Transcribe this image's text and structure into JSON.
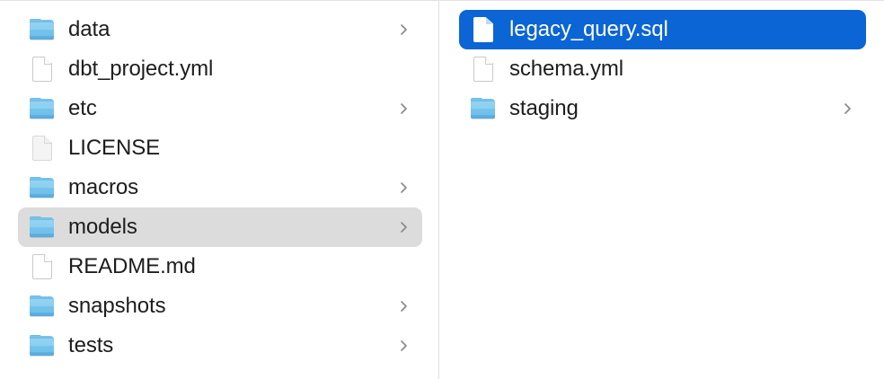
{
  "window": {
    "kind": "file-browser-column-view",
    "background": "#ffffff",
    "divider_color": "#dfdfdf"
  },
  "colors": {
    "selection_active": "#0b65d4",
    "selection_inactive": "#dcdcdc",
    "folder_blue": "#6cbfeb",
    "text": "#1d1d1f",
    "text_selected": "#ffffff",
    "chevron": "#8a8a8e"
  },
  "columns": [
    {
      "name": "parent-column",
      "items": [
        {
          "label": "data",
          "icon": "folder-icon",
          "type": "folder",
          "has_chevron": true,
          "selected": false,
          "selection": "none"
        },
        {
          "label": "dbt_project.yml",
          "icon": "document-icon",
          "type": "file",
          "has_chevron": false,
          "selected": false,
          "selection": "none"
        },
        {
          "label": "etc",
          "icon": "folder-icon",
          "type": "folder",
          "has_chevron": true,
          "selected": false,
          "selection": "none"
        },
        {
          "label": "LICENSE",
          "icon": "document-plain-icon",
          "type": "file",
          "has_chevron": false,
          "selected": false,
          "selection": "none"
        },
        {
          "label": "macros",
          "icon": "folder-icon",
          "type": "folder",
          "has_chevron": true,
          "selected": false,
          "selection": "none"
        },
        {
          "label": "models",
          "icon": "folder-icon",
          "type": "folder",
          "has_chevron": true,
          "selected": true,
          "selection": "inactive"
        },
        {
          "label": "README.md",
          "icon": "document-icon",
          "type": "file",
          "has_chevron": false,
          "selected": false,
          "selection": "none"
        },
        {
          "label": "snapshots",
          "icon": "folder-icon",
          "type": "folder",
          "has_chevron": true,
          "selected": false,
          "selection": "none"
        },
        {
          "label": "tests",
          "icon": "folder-icon",
          "type": "folder",
          "has_chevron": true,
          "selected": false,
          "selection": "none"
        }
      ]
    },
    {
      "name": "child-column",
      "items": [
        {
          "label": "legacy_query.sql",
          "icon": "document-icon",
          "type": "file",
          "has_chevron": false,
          "selected": true,
          "selection": "active"
        },
        {
          "label": "schema.yml",
          "icon": "document-icon",
          "type": "file",
          "has_chevron": false,
          "selected": false,
          "selection": "none"
        },
        {
          "label": "staging",
          "icon": "folder-icon",
          "type": "folder",
          "has_chevron": true,
          "selected": false,
          "selection": "none"
        }
      ]
    }
  ]
}
